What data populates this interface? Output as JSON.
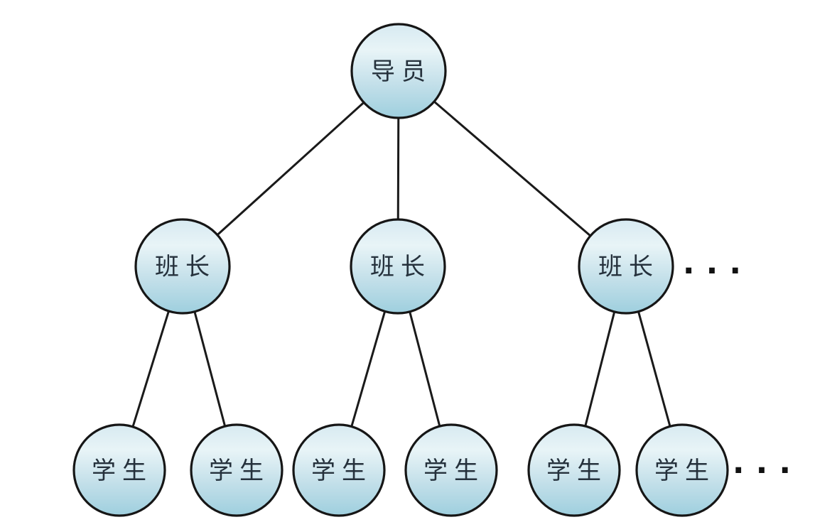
{
  "diagram": {
    "type": "tree",
    "description": "Three-level organizational tree: advisor at root, class monitors in the middle, students as leaves, with ellipses indicating more nodes",
    "colors": {
      "background": "#ffffff",
      "node_stroke": "#161616",
      "edge_stroke": "#1a1a1a",
      "label_text": "#25313c",
      "ellipsis_dots": "#111111"
    },
    "node_gradient": [
      "#d7eaf1",
      "#e8f4f7",
      "#c2dfe9",
      "#9ecfde"
    ],
    "nodes": [
      {
        "id": "root",
        "level": 1,
        "label": "导员"
      },
      {
        "id": "monitor-1",
        "level": 2,
        "label": "班长"
      },
      {
        "id": "monitor-2",
        "level": 2,
        "label": "班长"
      },
      {
        "id": "monitor-3",
        "level": 2,
        "label": "班长"
      },
      {
        "id": "student-1",
        "level": 3,
        "label": "学生"
      },
      {
        "id": "student-2",
        "level": 3,
        "label": "学生"
      },
      {
        "id": "student-3",
        "level": 3,
        "label": "学生"
      },
      {
        "id": "student-4",
        "level": 3,
        "label": "学生"
      },
      {
        "id": "student-5",
        "level": 3,
        "label": "学生"
      },
      {
        "id": "student-6",
        "level": 3,
        "label": "学生"
      }
    ],
    "edges": [
      [
        "root",
        "monitor-1"
      ],
      [
        "root",
        "monitor-2"
      ],
      [
        "root",
        "monitor-3"
      ],
      [
        "monitor-1",
        "student-1"
      ],
      [
        "monitor-1",
        "student-2"
      ],
      [
        "monitor-2",
        "student-3"
      ],
      [
        "monitor-2",
        "student-4"
      ],
      [
        "monitor-3",
        "student-5"
      ],
      [
        "monitor-3",
        "student-6"
      ]
    ],
    "ellipsis_monitors": "···",
    "ellipsis_students": "···"
  }
}
